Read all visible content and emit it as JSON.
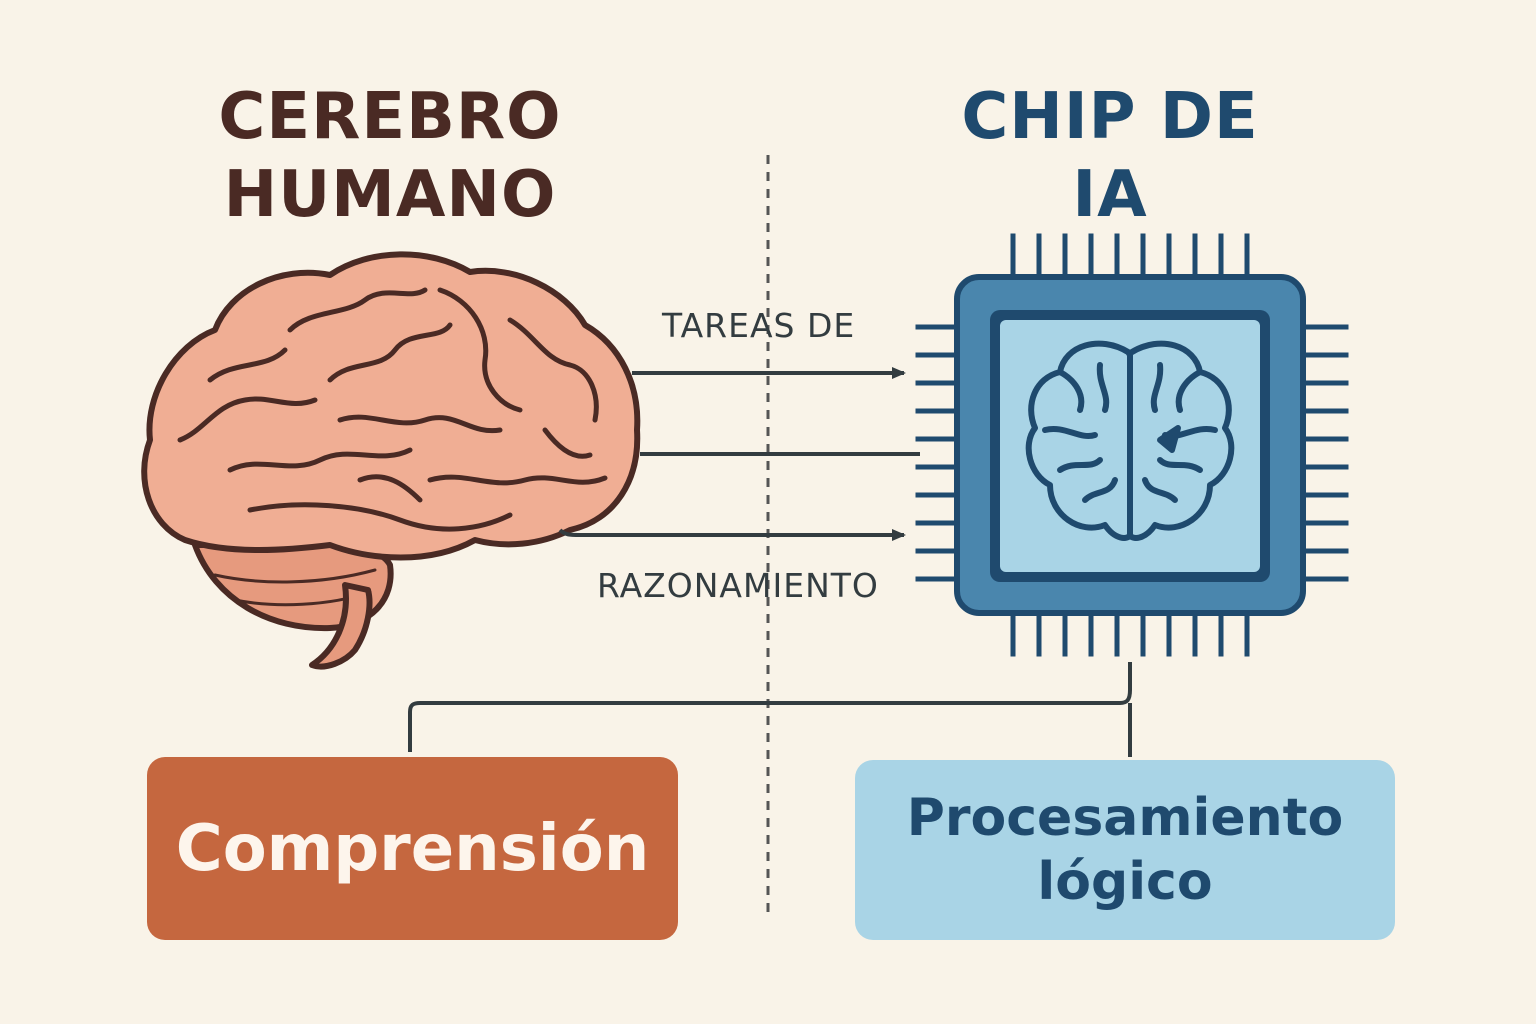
{
  "left": {
    "title_line1": "CEREBRO",
    "title_line2": "HUMANO",
    "box_label": "Comprensión"
  },
  "right": {
    "title_line1": "CHIP DE",
    "title_line2": "IA",
    "box_label_line1": "Procesamiento",
    "box_label_line2": "lógico"
  },
  "arrows": {
    "label_top": "TAREAS DE",
    "label_bottom": "RAZONAMIENTO"
  },
  "colors": {
    "background": "#f9f3e8",
    "brain_fill": "#f0ae94",
    "brain_outline": "#4a2a24",
    "chip_outer": "#4a86ad",
    "chip_inner": "#a9d4e6",
    "chip_outline": "#1f4a6e",
    "comprension_box": "#c5673f",
    "procesamiento_box": "#a9d4e6"
  },
  "icons": [
    "brain-icon",
    "ai-chip-icon",
    "chip-brain-icon",
    "arrow-right-icon"
  ]
}
